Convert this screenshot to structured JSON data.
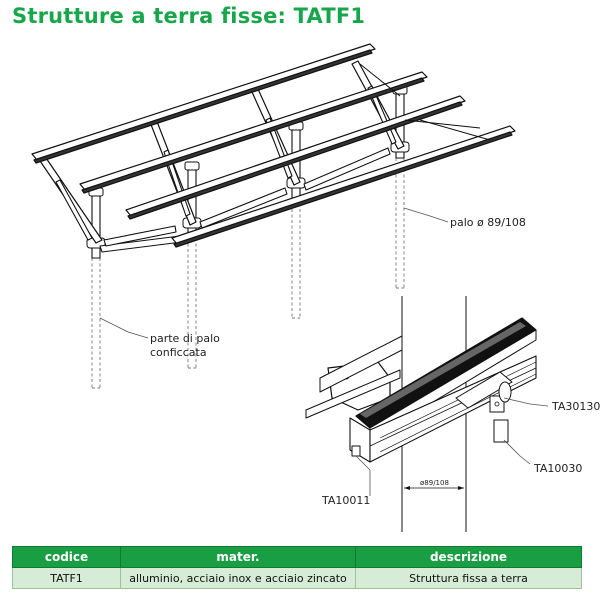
{
  "title": "Strutture a terra fisse: TATF1",
  "labels": {
    "palo": "palo ø 89/108",
    "parte_line1": "parte di palo",
    "parte_line2": "conficcata",
    "ta30130": "TA30130",
    "ta10030": "TA10030",
    "ta10011": "TA10011",
    "dimension": "ø89/108"
  },
  "table": {
    "headers": [
      "codice",
      "mater.",
      "descrizione"
    ],
    "rows": [
      [
        "TATF1",
        "alluminio, acciaio inox e acciaio zincato",
        "Struttura fissa a terra"
      ]
    ]
  }
}
